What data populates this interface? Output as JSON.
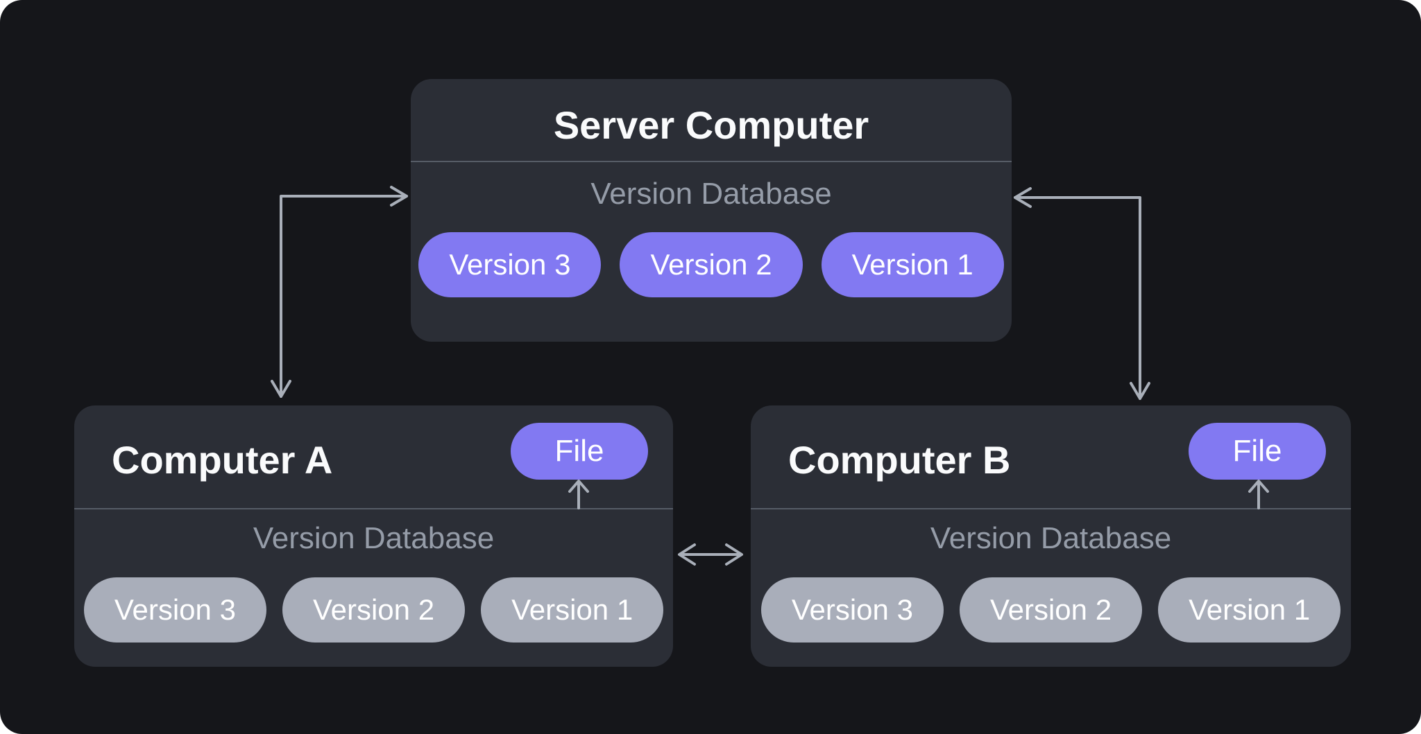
{
  "diagram": {
    "title_hint": "Centralized version control diagram",
    "server": {
      "title": "Server Computer",
      "db_label": "Version Database",
      "versions": [
        "Version 3",
        "Version 2",
        "Version 1"
      ]
    },
    "computer_a": {
      "title": "Computer A",
      "file_label": "File",
      "db_label": "Version Database",
      "versions": [
        "Version 3",
        "Version 2",
        "Version 1"
      ]
    },
    "computer_b": {
      "title": "Computer B",
      "file_label": "File",
      "db_label": "Version Database",
      "versions": [
        "Version 3",
        "Version 2",
        "Version 1"
      ]
    }
  },
  "colors": {
    "canvas_bg": "#15161a",
    "box_bg": "#2b2e36",
    "divider": "#565c66",
    "purple": "#8279f2",
    "gray_pill": "#a9aeba",
    "title_text": "#fafbfc",
    "label_text": "#959ca8",
    "pill_text": "#ffffff",
    "arrow": "#a9afb9",
    "page_bg": "#ffffff"
  }
}
